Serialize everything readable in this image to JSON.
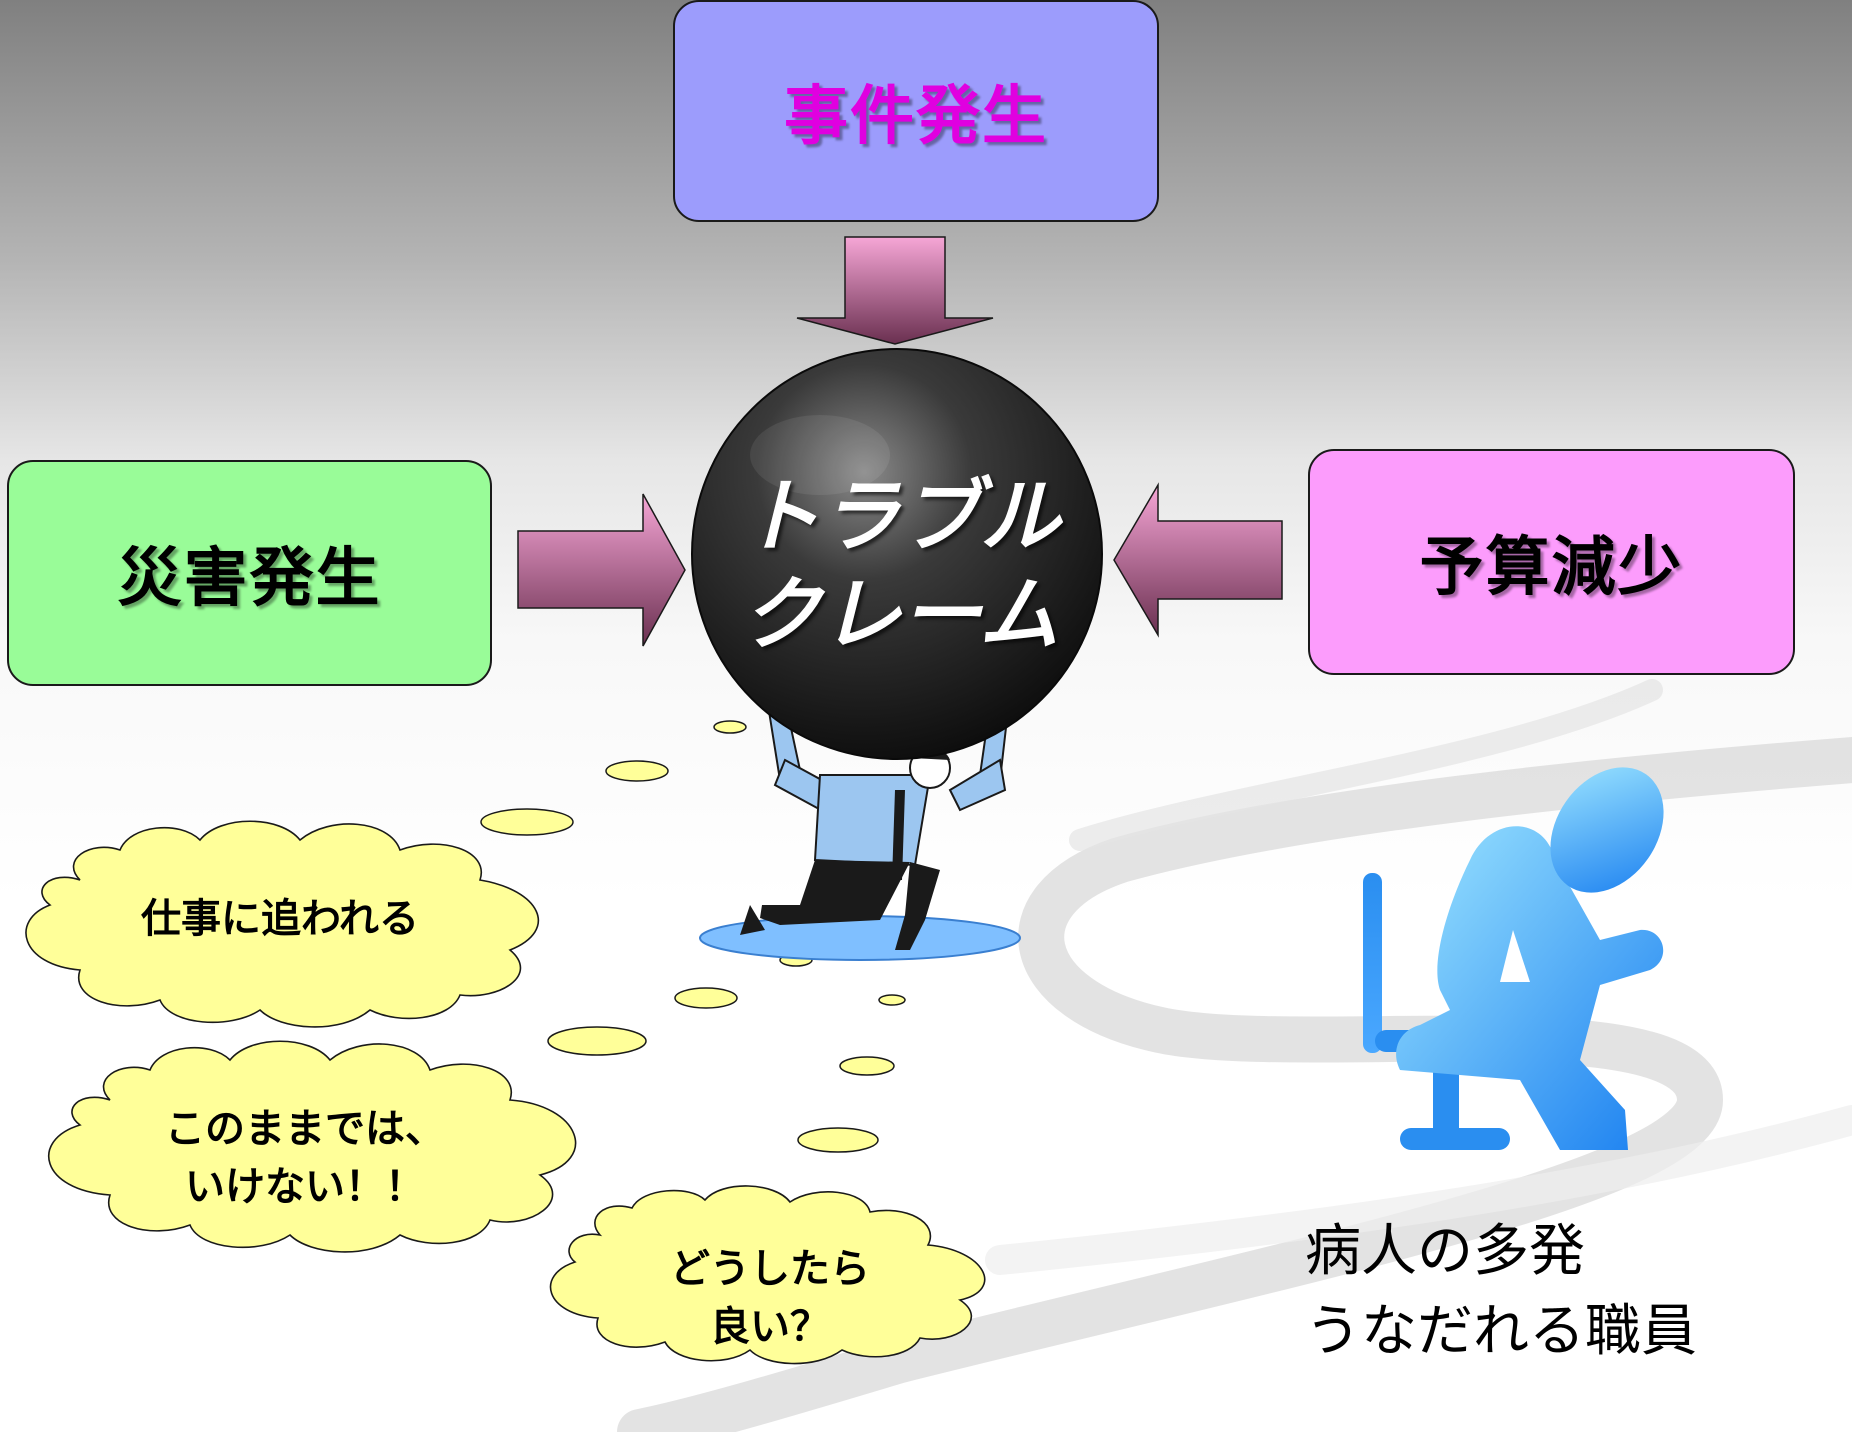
{
  "colors": {
    "top_box_bg": "#9c9cfc",
    "top_box_text": "#e000e0",
    "left_box_bg": "#99fc98",
    "right_box_bg": "#fc9cfc",
    "arrow_light": "#f4a0d0",
    "arrow_dark": "#6a3050",
    "ball": "#1a1a1a",
    "cloud": "#ffff99",
    "figure_blue": "#2a8ef0",
    "shadow_puddle": "#7fbfff"
  },
  "top_box": {
    "label": "事件発生"
  },
  "left_box": {
    "label": "災害発生"
  },
  "right_box": {
    "label": "予算減少"
  },
  "ball": {
    "line1": "トラブル",
    "line2": "クレーム"
  },
  "clouds": [
    {
      "lines": [
        "仕事に追われる"
      ]
    },
    {
      "lines": [
        "このままでは、",
        "いけない！！"
      ]
    },
    {
      "lines": [
        "どうしたら",
        "良い？"
      ]
    }
  ],
  "caption": {
    "line1": "病人の多発",
    "line2": "うなだれる職員"
  },
  "icons": [
    "arrow-down-icon",
    "arrow-right-icon",
    "arrow-left-icon",
    "weight-lifting-man-icon",
    "sitting-person-chair-icon"
  ]
}
